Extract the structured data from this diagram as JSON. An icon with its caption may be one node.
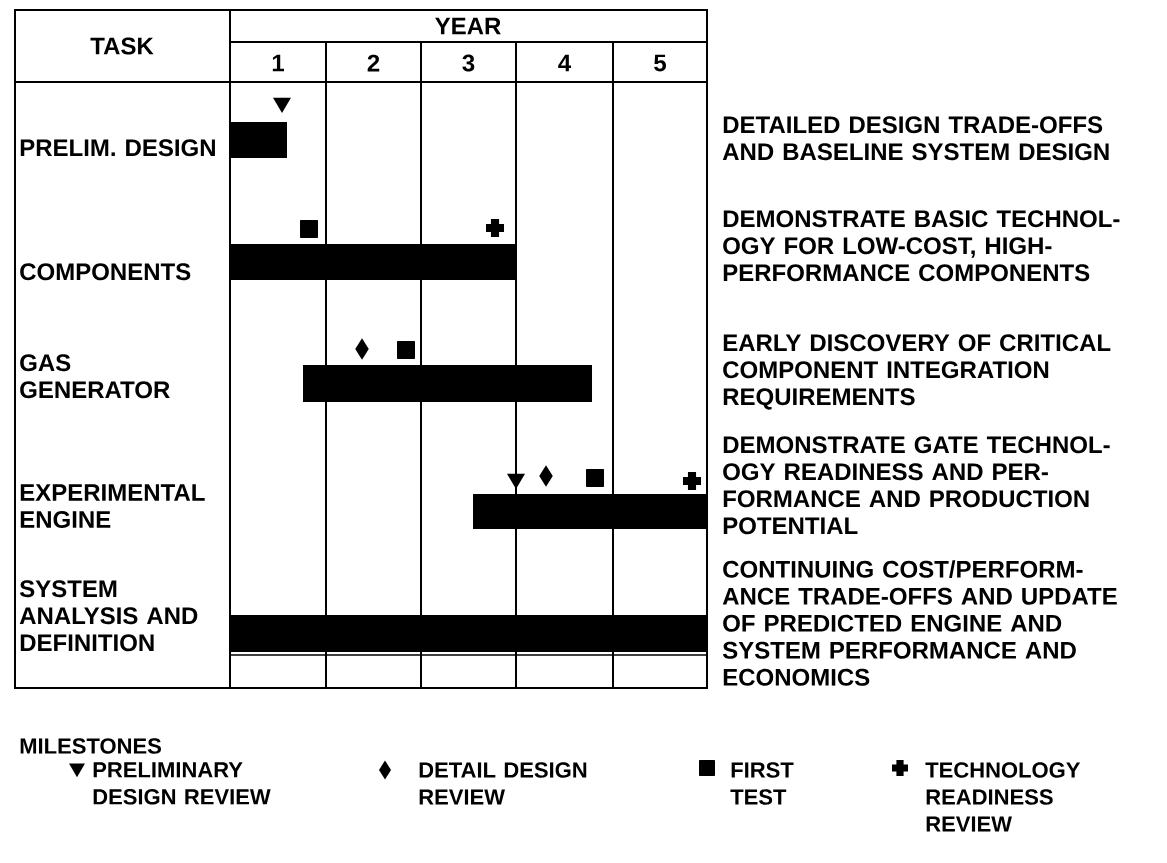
{
  "diagram": {
    "nodes": [
      {
        "text": [],
        "shape": "bar"
      },
      {
        "text": [],
        "shape": "bar"
      },
      {
        "text": [],
        "shape": "bar"
      },
      {
        "text": [],
        "shape": "bar"
      },
      {
        "text": [],
        "shape": "bar"
      }
    ],
    "labels": [
      "TASK",
      "YEAR",
      "1",
      "2",
      "3",
      "4",
      "5",
      "PRELIM. DESIGN",
      "DETAILED DESIGN TRADE-OFFS AND BASELINE SYSTEM DESIGN",
      "COMPONENTS",
      "DEMONSTRATE BASIC TECHNOL- OGY FOR LOW-COST, HIGH- PERFORMANCE COMPONENTS",
      "GAS GENERATOR",
      "EARLY DISCOVERY OF CRITICAL COMPONENT INTEGRATION REQUIREMENTS",
      "EXPERIMENTAL ENGINE",
      "DEMONSTRATE GATE TECHNOL- OGY READINESS AND PER- FORMANCE AND PRODUCTION POTENTIAL",
      "SYSTEM ANALYSIS AND DEFINITION",
      "CONTINUING COST/PERFORM- ANCE TRADE-OFFS AND UPDATE OF PREDICTED ENGINE AND SYSTEM PERFORMANCE AND ECONOMICS",
      "MILESTONES"
    ],
    "legend": [
      {
        "text": "PRELIMINARY DESIGN REVIEW"
      },
      {
        "text": "DETAIL DESIGN REVIEW"
      },
      {
        "text": "FIRST TEST"
      },
      {
        "text": "TECHNOLOGY READINESS REVIEW"
      }
    ]
  }
}
